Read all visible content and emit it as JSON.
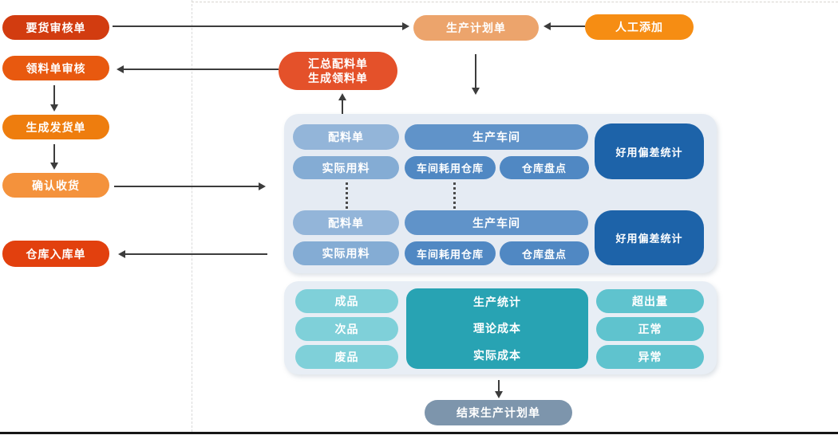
{
  "flowchart": {
    "left_nodes": [
      {
        "label": "要货审核单",
        "color": "#d23c10"
      },
      {
        "label": "领料单审核",
        "color": "#e8590f"
      },
      {
        "label": "生成发货单",
        "color": "#ee7d0e"
      },
      {
        "label": "确认收货",
        "color": "#f4923c"
      },
      {
        "label": "仓库入库单",
        "color": "#e2400e"
      }
    ],
    "top_nodes": {
      "production_plan": {
        "label": "生产计划单",
        "color": "#eca46c"
      },
      "manual_add": {
        "label": "人工添加",
        "color": "#f68d13"
      },
      "summary": {
        "line1": "汇总配料单",
        "line2": "生成领料单",
        "color": "#e4512a"
      }
    },
    "workshop_panel": {
      "bg_color": "#e5ebf3",
      "groups": [
        {
          "ingredient_list": "配料单",
          "workshop": "生产车间",
          "actual_usage": "实际用料",
          "workshop_warehouse": "车间耗用仓库",
          "stocktake": "仓库盘点",
          "deviation_stats": "好用偏差统计"
        },
        {
          "ingredient_list": "配料单",
          "workshop": "生产车间",
          "actual_usage": "实际用料",
          "workshop_warehouse": "车间耗用仓库",
          "stocktake": "仓库盘点",
          "deviation_stats": "好用偏差统计"
        }
      ],
      "node_colors": {
        "ingredient_list": "#93b5d9",
        "workshop": "#6093c9",
        "actual_usage": "#84acd4",
        "workshop_warehouse": "#5088c3",
        "stocktake": "#5088c3",
        "deviation_stats": "#1d63a9"
      }
    },
    "stats_panel": {
      "bg_color": "#e8eef5",
      "left": [
        "成品",
        "次品",
        "废品"
      ],
      "center": [
        "生产统计",
        "理论成本",
        "实际成本"
      ],
      "right": [
        "超出量",
        "正常",
        "异常"
      ],
      "left_color": "#7fd0d9",
      "center_color": "#28a3b3",
      "right_color": "#5fc3ce"
    },
    "end_node": {
      "label": "结束生产计划单",
      "color": "#7d95ac"
    }
  }
}
